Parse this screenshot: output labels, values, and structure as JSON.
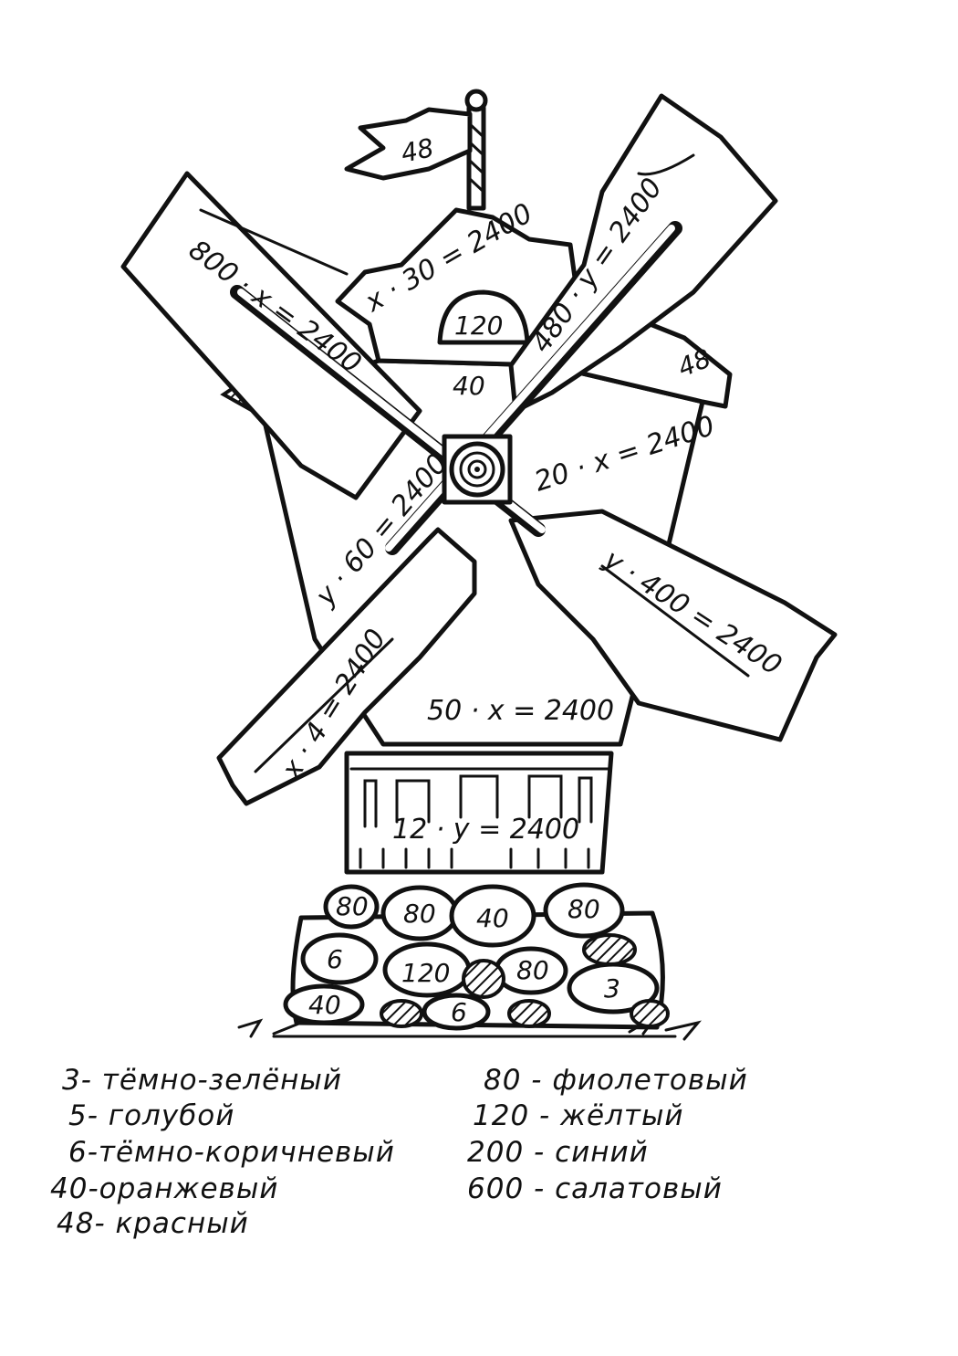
{
  "flag": {
    "value": "48"
  },
  "roof": {
    "equation": "x · 30 = 2400",
    "window": "120",
    "gable": "40",
    "side": "48"
  },
  "blades": {
    "upper_left": "800 · x = 2400",
    "upper_right": "480 · y = 2400",
    "lower_left": "x · 4 = 2400",
    "lower_right": "y · 400 = 2400"
  },
  "tower": {
    "left_equation": "y · 60 = 2400",
    "right_equation": "20 · x = 2400",
    "bottom_equation": "50 · x = 2400"
  },
  "base": {
    "equation": "12 · y = 2400"
  },
  "stones": [
    "80",
    "80",
    "40",
    "80",
    "6",
    "120",
    "80",
    "3",
    "40",
    "6"
  ],
  "legend": {
    "left": [
      {
        "number": "3",
        "color": "тёмно-зелёный"
      },
      {
        "number": "5",
        "color": "голубой"
      },
      {
        "number": "6",
        "color": "тёмно-коричневый"
      },
      {
        "number": "40",
        "color": "оранжевый"
      },
      {
        "number": "48",
        "color": "красный"
      }
    ],
    "right": [
      {
        "number": "80",
        "color": "фиолетовый"
      },
      {
        "number": "120",
        "color": "жёлтый"
      },
      {
        "number": "200",
        "color": "синий"
      },
      {
        "number": "600",
        "color": "салатовый"
      }
    ]
  }
}
